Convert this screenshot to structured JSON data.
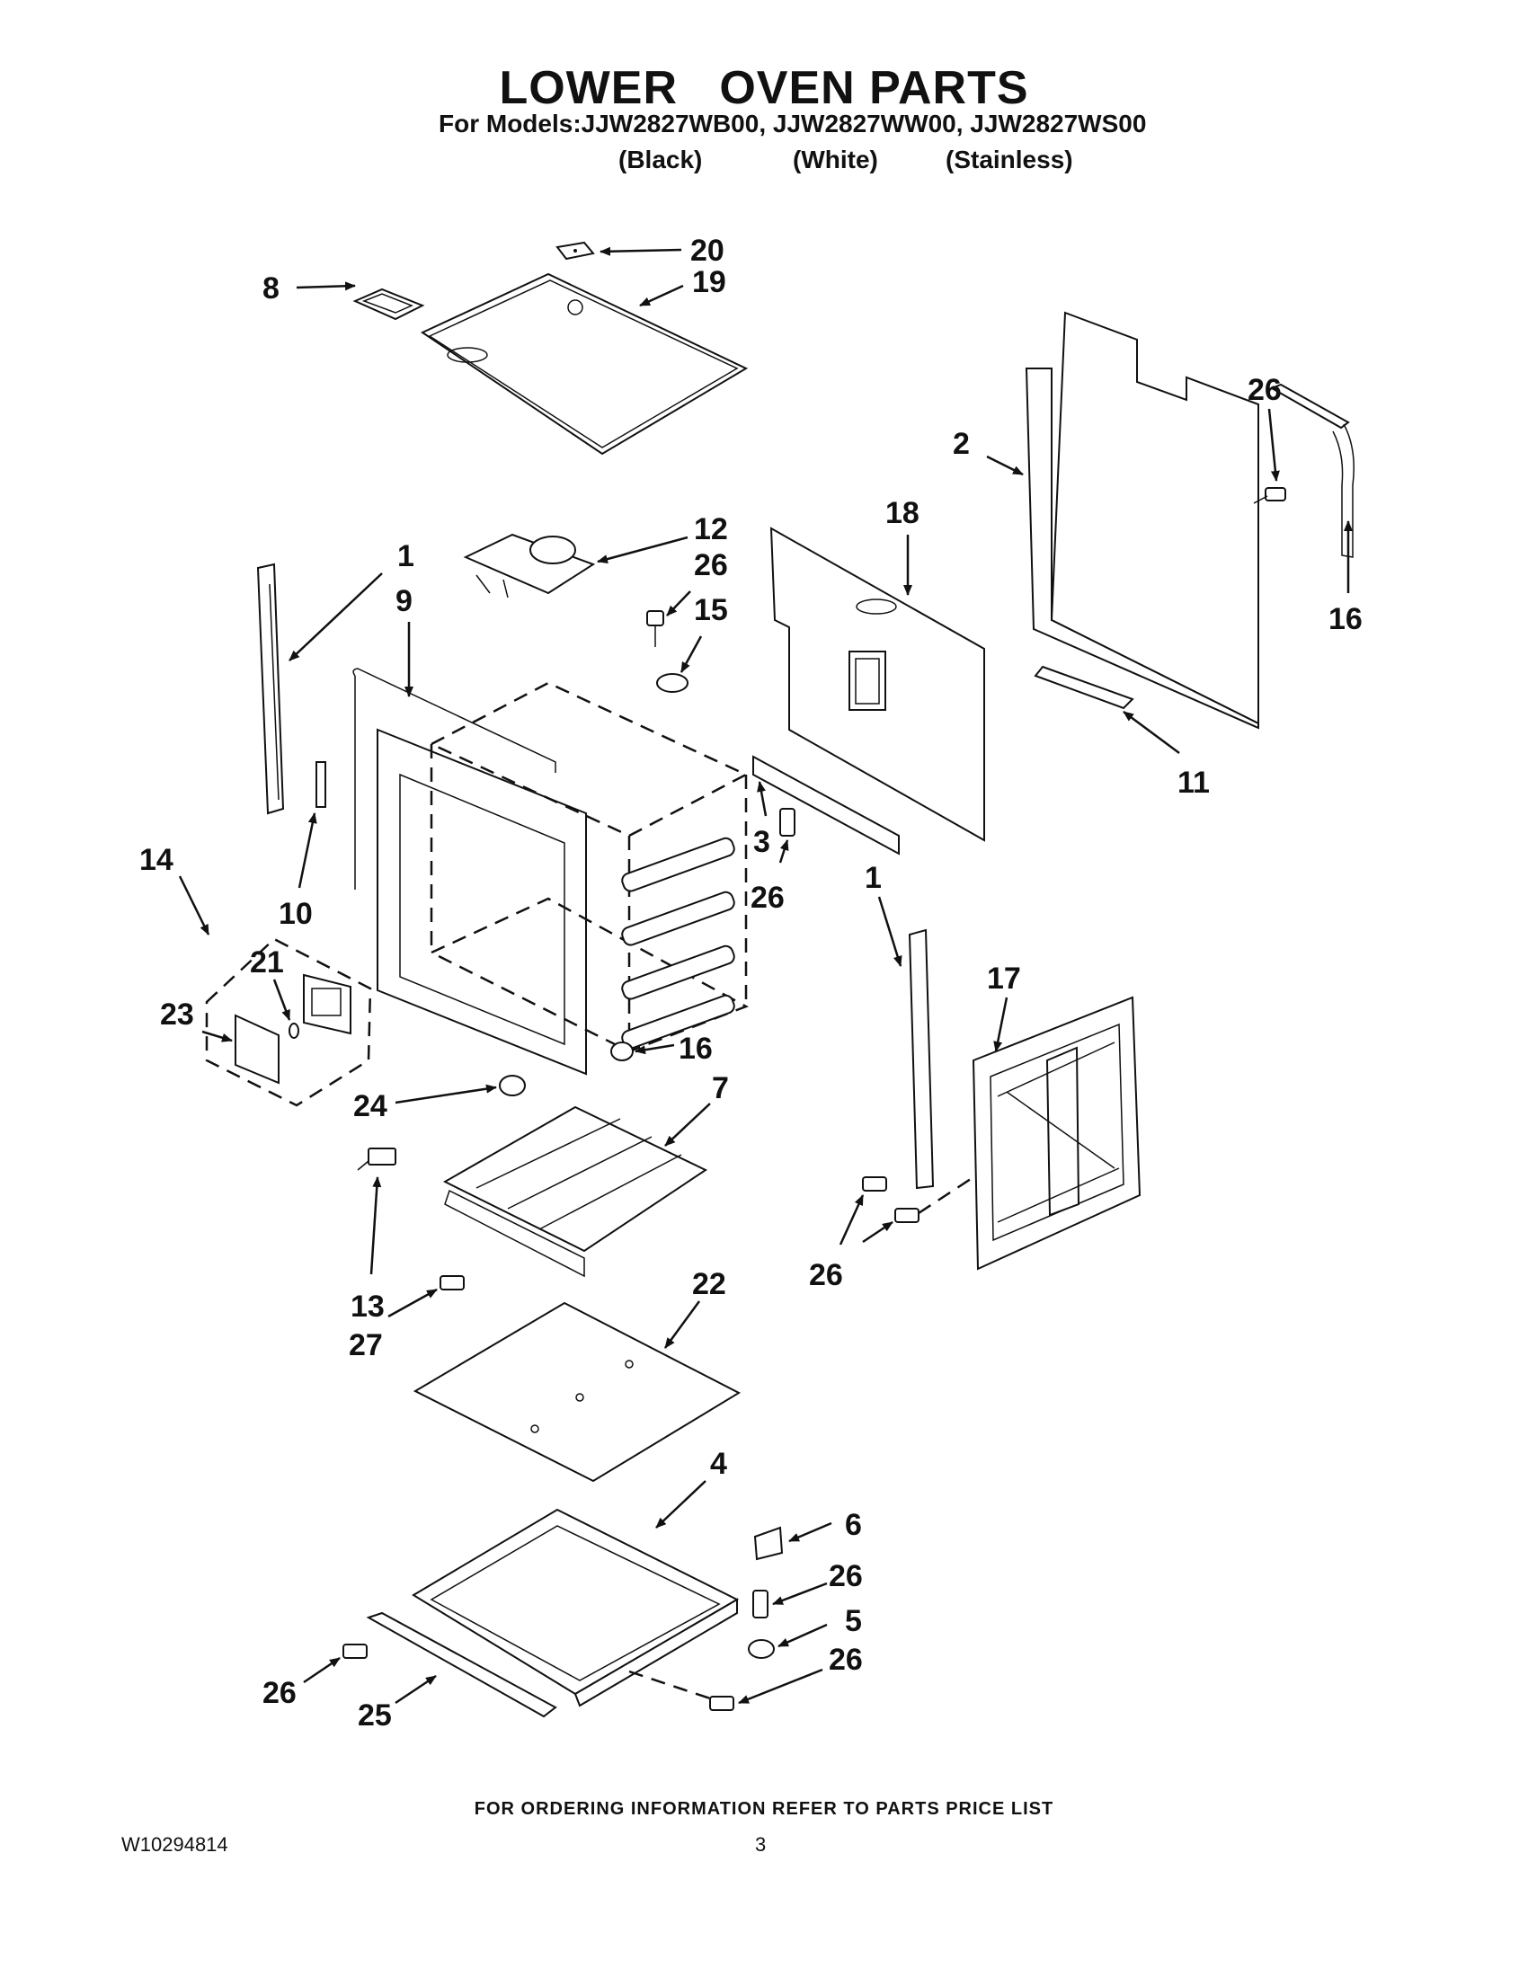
{
  "header": {
    "title": "LOWER   OVEN PARTS",
    "models_line": "For Models:JJW2827WB00, JJW2827WW00, JJW2827WS00",
    "variants": [
      "(Black)",
      "(White)",
      "(Stainless)"
    ]
  },
  "callouts": [
    "20",
    "19",
    "8",
    "26",
    "2",
    "16",
    "12",
    "26",
    "15",
    "18",
    "1",
    "9",
    "11",
    "3",
    "26",
    "14",
    "10",
    "1",
    "21",
    "23",
    "17",
    "16",
    "24",
    "7",
    "13",
    "27",
    "26",
    "22",
    "4",
    "6",
    "26",
    "5",
    "26",
    "26",
    "25"
  ],
  "footer": {
    "ordering_note": "FOR ORDERING INFORMATION REFER TO PARTS PRICE LIST",
    "document_number": "W10294814",
    "page_number": "3"
  }
}
